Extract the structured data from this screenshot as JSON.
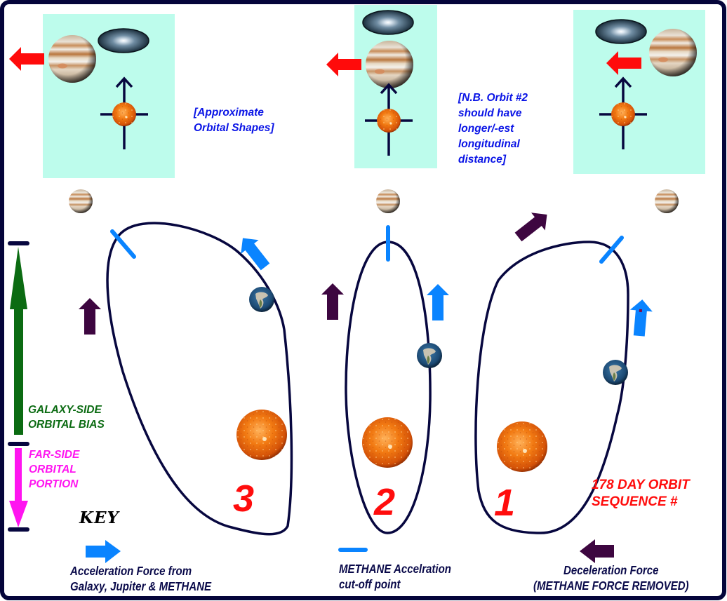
{
  "title_note": "[Approximate\nOrbital Shapes]",
  "nb_note": "[N.B. Orbit #2\nshould have\nlonger/-est\nlongitudinal\ndistance]",
  "side_scale": {
    "galaxy_side_label": "GALAXY-SIDE\nORBITAL BIAS",
    "far_side_label": "FAR-SIDE\nORBITAL\nPORTION"
  },
  "orbits": [
    {
      "sequence_number": "3",
      "panel_layout": "jupiter-left-galaxy-right"
    },
    {
      "sequence_number": "2",
      "panel_layout": "galaxy-top-jupiter-below"
    },
    {
      "sequence_number": "1",
      "panel_layout": "galaxy-left-jupiter-right"
    }
  ],
  "sequence_label": "178 DAY ORBIT\nSEQUENCE #",
  "key": {
    "title": "KEY",
    "items": [
      {
        "icon": "blue-right-arrow-icon",
        "label": "Acceleration Force from\nGalaxy, Jupiter & METHANE"
      },
      {
        "icon": "blue-dash-icon",
        "label": "METHANE Accelration\ncut-off point"
      },
      {
        "icon": "purple-left-arrow-icon",
        "label": "Deceleration Force\n(METHANE FORCE REMOVED)"
      }
    ]
  },
  "colors": {
    "frame": "#05053a",
    "panel": "#bdfcec",
    "orbit_line": "#07073f",
    "acceleration": "#0a84ff",
    "deceleration": "#3d0640",
    "jupiter_pull": "#ff0b0b",
    "galaxy_side": "#0b6b12",
    "far_side": "#ff14f0",
    "note_text": "#0a14e6",
    "sequence_text": "#ff0d0d"
  }
}
